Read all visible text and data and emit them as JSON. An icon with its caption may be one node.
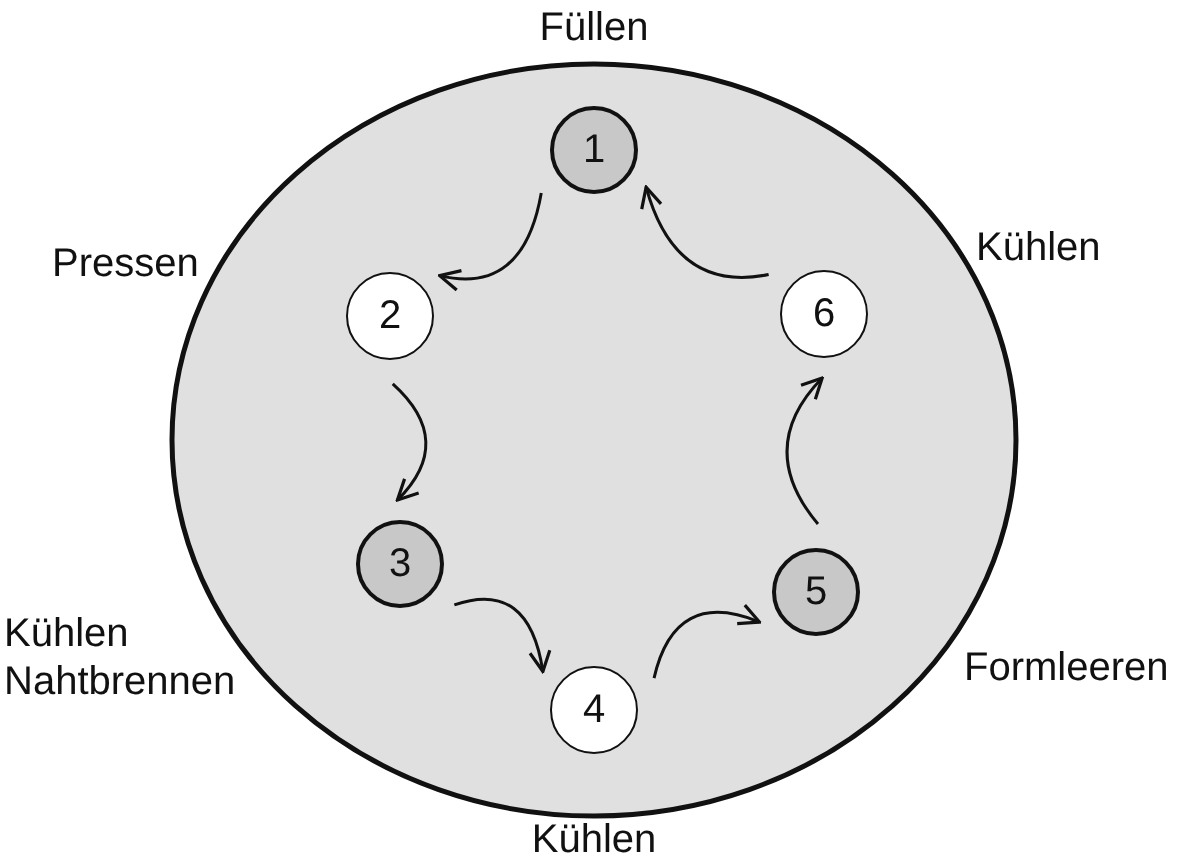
{
  "diagram": {
    "nodes": [
      {
        "text": [],
        "shape": "circle"
      },
      {
        "text": [
          "1"
        ],
        "beside": [
          "Füllen"
        ],
        "in": 0
      },
      {
        "text": [
          "2"
        ],
        "beside": [
          "Pressen"
        ],
        "in": 0
      },
      {
        "text": [
          "3"
        ],
        "beside": [
          "Kühlen Nahtbrennen"
        ],
        "in": 0
      },
      {
        "text": [
          "4"
        ],
        "beside": [
          "Kühlen"
        ],
        "in": 0
      },
      {
        "text": [
          "5"
        ],
        "beside": [
          "Formleeren"
        ],
        "in": 0
      },
      {
        "text": [
          "6"
        ],
        "beside": [
          "Kühlen"
        ],
        "in": 0
      }
    ],
    "edges": [
      {
        "from": 1,
        "to": 2,
        "arrow": "to"
      },
      {
        "from": 2,
        "to": 3,
        "arrow": "to"
      },
      {
        "from": 3,
        "to": 4,
        "arrow": "to"
      },
      {
        "from": 4,
        "to": 5,
        "arrow": "to"
      },
      {
        "from": 5,
        "to": 6,
        "arrow": "to"
      },
      {
        "from": 6,
        "to": 1,
        "arrow": "to"
      }
    ]
  }
}
